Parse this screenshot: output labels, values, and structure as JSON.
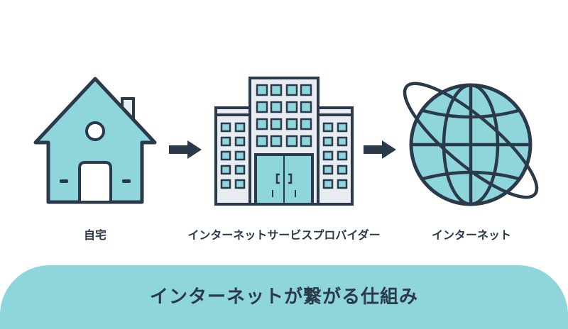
{
  "colors": {
    "accent": "#8fd6dc",
    "outline": "#2b3a4a",
    "building_body": "#e9edf1"
  },
  "nodes": [
    {
      "label": "自宅",
      "icon": "house-icon"
    },
    {
      "label": "インターネットサービスプロバイダー",
      "icon": "office-building-icon"
    },
    {
      "label": "インターネット",
      "icon": "globe-icon"
    }
  ],
  "arrows": [
    "arrow-right-icon",
    "arrow-right-icon"
  ],
  "banner": {
    "title": "インターネットが繋がる仕組み"
  }
}
